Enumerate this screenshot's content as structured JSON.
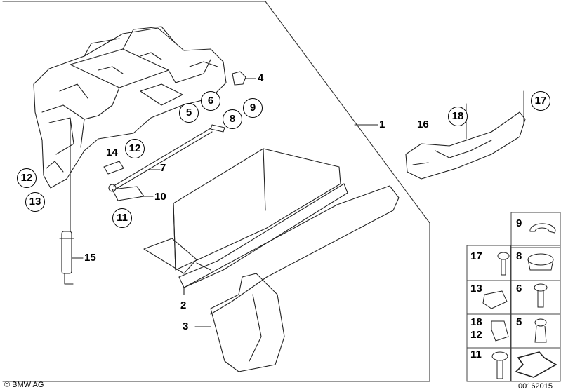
{
  "callouts": {
    "n1": "1",
    "n2": "2",
    "n3": "3",
    "n4": "4",
    "n5": "5",
    "n6": "6",
    "n7": "7",
    "n8": "8",
    "n9": "9",
    "n10": "10",
    "n11": "11",
    "n12a": "12",
    "n12b": "12",
    "n13": "13",
    "n14": "14",
    "n15": "15",
    "n16": "16",
    "n17": "17",
    "n18": "18"
  },
  "panel": {
    "p9": "9",
    "p17": "17",
    "p8": "8",
    "p13": "13",
    "p6": "6",
    "p18": "18",
    "p12": "12",
    "p5": "5",
    "p11": "11"
  },
  "footer": {
    "copyright": "© BMW AG",
    "diagram_id": "00162015"
  }
}
